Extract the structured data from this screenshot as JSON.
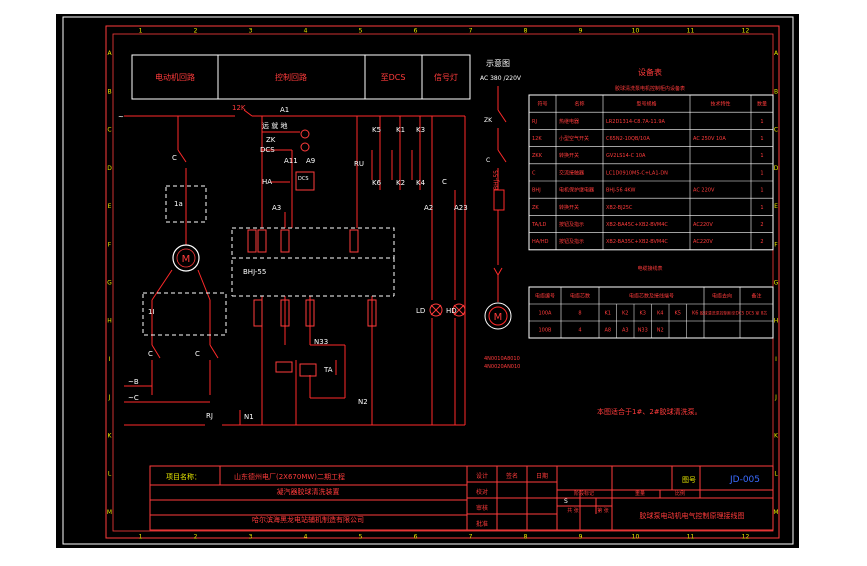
{
  "colors": {
    "background": "#000000",
    "outer_frame": "#ffffff",
    "wire": "#ff2a2a",
    "component": "#ff3b3b",
    "frame_text": "#e8e800",
    "table_text": "#ff3b3b",
    "dashed": "#ffffff",
    "accent_blue": "#3b6bff"
  },
  "grid_numbers": [
    "1",
    "2",
    "3",
    "4",
    "5",
    "6",
    "7",
    "8",
    "9",
    "10",
    "11",
    "12"
  ],
  "grid_letters": [
    "A",
    "B",
    "C",
    "D",
    "E",
    "F",
    "G",
    "H",
    "I",
    "J",
    "K",
    "L",
    "M"
  ],
  "top_sections": [
    "电动机回路",
    "控制回路",
    "至DCS",
    "信号灯"
  ],
  "schematic": {
    "qf_label": "12K",
    "a1_label": "A1",
    "remote_local": "远 就 地",
    "zk_label": "ZK",
    "dcs_label": "DCS",
    "contact_a11": "A11",
    "contact_a9": "A9",
    "ha_label": "HA",
    "dcs_box": "DCS",
    "a3_label": "A3",
    "relay_labels": [
      "K5",
      "K1",
      "K3"
    ],
    "relay_labels_low": [
      "K6",
      "K2",
      "K4"
    ],
    "ru_label": "RU",
    "bhj_label": "BHJ-55",
    "c_label": "C",
    "a2_label": "A2",
    "a23_label": "A23",
    "ld_label": "LD",
    "hd_label": "HD",
    "n33_label": "N33",
    "n2_label": "N2",
    "n1_label": "N1",
    "ta_label": "TA",
    "rj_label": "RJ",
    "motor_label": "M",
    "phase_b": "~B",
    "phase_c": "~C",
    "supply_tilde": "~",
    "one_a": "1a",
    "one_i": "1I"
  },
  "schematic_diagram": {
    "title": "示意图",
    "supply": "AC 380 /220V",
    "zk": "ZK",
    "c": "C",
    "bhj": "BHJ-55",
    "motor": "M",
    "motor_labels": [
      "4N0010A8010",
      "4N0020AN010"
    ]
  },
  "equipment_table": {
    "title": "设备表",
    "subtitle": "胶球清洗泵电机控制柜内设备表",
    "headers": [
      "符号",
      "名称",
      "型号规格",
      "技术特性",
      "数量"
    ],
    "rows": [
      [
        "RJ",
        "热继电器",
        "LR2D1314-C8.7A-11.9A",
        "",
        "1"
      ],
      [
        "12K",
        "小型空气开关",
        "C65N2-10QB/10A",
        "AC 250V 10A",
        "1"
      ],
      [
        "ZKK",
        "转换开关",
        "GV2LS14-C 10A",
        "",
        "1"
      ],
      [
        "C",
        "交流接触器",
        "LC1D0910M5-C+LA1-DN",
        "",
        "1"
      ],
      [
        "BHJ",
        "电机保护继电器",
        "BHJ-56 4KW",
        "AC 220V",
        "1"
      ],
      [
        "ZK",
        "转换开关",
        "XB2-BJ25C",
        "",
        "1"
      ],
      [
        "TA/LD",
        "按钮及指示",
        "XB2-BA45C+XB2-BVM4C",
        "AC220V",
        "2"
      ],
      [
        "HA/HD",
        "按钮及指示",
        "XB2-BA35C+XB2-BVM4C",
        "AC220V",
        "2"
      ]
    ]
  },
  "cable_table": {
    "title": "电缆接线表",
    "headers": [
      "电缆编号",
      "电缆芯数",
      "电缆芯数及接线端号",
      "电缆去向",
      "备注"
    ],
    "rows": [
      [
        "100A",
        "8",
        "K1",
        "K2",
        "K3",
        "K4",
        "K5",
        "K6",
        "胶球清洗泵控制柜至DCS",
        "DCS 室 8芯"
      ],
      [
        "100B",
        "4",
        "A8",
        "A3",
        "N33",
        "N2",
        "",
        "",
        "",
        ""
      ]
    ]
  },
  "note": "本图适合于1#、2#胶球清洗泵。",
  "title_block": {
    "project_label": "项目名称：",
    "project_name": "山东德州电厂(2X670MW)二期工程",
    "sub_name": "凝汽器胶球清洗装置",
    "company": "哈尔滨海黑龙电站辅机制造有限公司",
    "drawing_no_label": "图号",
    "drawing_no": "JD-005",
    "drawing_title": "胶球泵电动机电气控制原理接线图",
    "roles": [
      "设计",
      "校对",
      "审核",
      "批准"
    ],
    "columns": [
      "签名",
      "日期"
    ],
    "scale_labels": [
      "阶段标记",
      "重量",
      "比例",
      "共 张",
      "第 张"
    ],
    "marker": "S"
  }
}
